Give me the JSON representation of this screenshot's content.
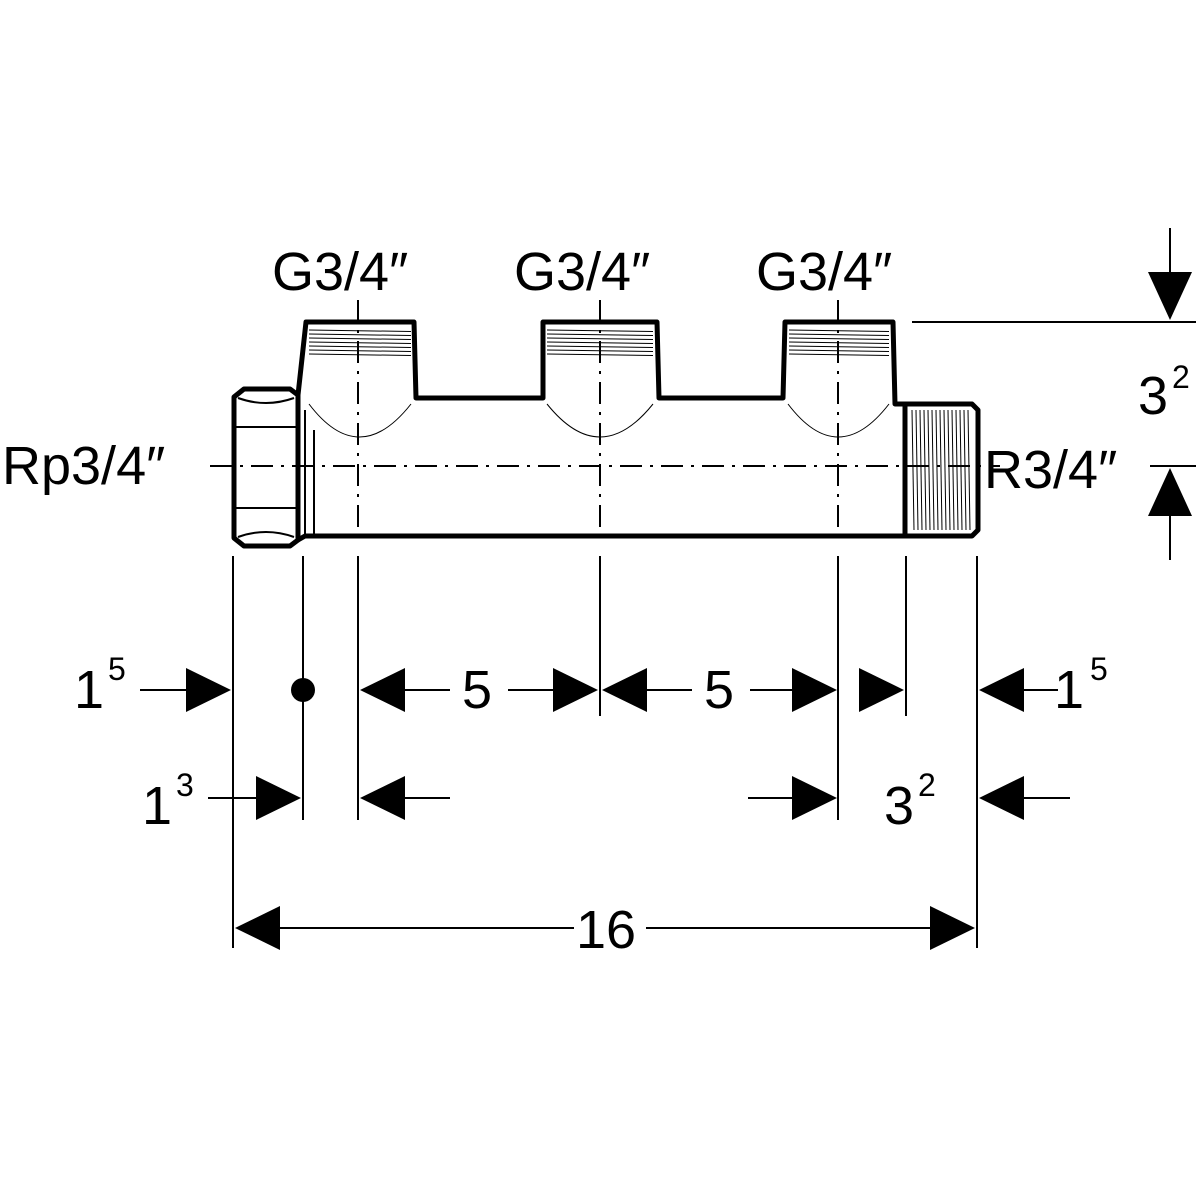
{
  "labels": {
    "outlet_1": "G3/4″",
    "outlet_2": "G3/4″",
    "outlet_3": "G3/4″",
    "inlet": "Rp3/4″",
    "outlet_end": "R3/4″"
  },
  "dimensions": {
    "height_main": "3",
    "height_sup": "2",
    "left_offset_main": "1",
    "left_offset_sup": "5",
    "spacing_1": "5",
    "spacing_2": "5",
    "right_offset_main": "1",
    "right_offset_sup": "5",
    "hex_width_main": "1",
    "hex_width_sup": "3",
    "right_thread_main": "3",
    "right_thread_sup": "2",
    "total_length": "16"
  }
}
